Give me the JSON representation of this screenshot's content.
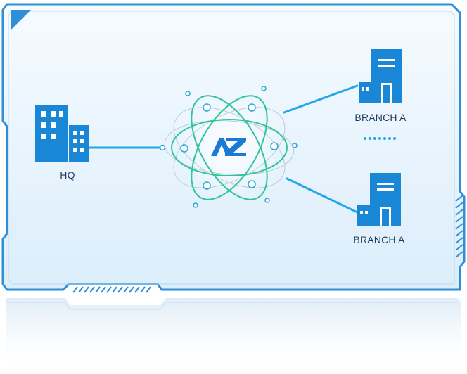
{
  "diagram": {
    "headquarters": {
      "label": "HQ",
      "icon": "office-buildings-icon"
    },
    "hub": {
      "logo_text": "AZ",
      "icon": "atom-network-icon"
    },
    "branches": [
      {
        "label": "BRANCH A",
        "icon": "branch-building-icon"
      },
      {
        "label": "BRANCH A",
        "icon": "branch-building-icon"
      }
    ],
    "ellipsis_icon": "dotted-ellipsis-icon"
  },
  "colors": {
    "frame": "#2e8fd6",
    "panel_top": "#f4f9fe",
    "panel_bottom": "#dbeefc",
    "building": "#1a86d6",
    "link": "#23a7e6",
    "orbit": "#2fc49a",
    "orbit_faint": "#b9ccd9",
    "node_stroke": "#2aa8d8",
    "logo": "#1a7bd4",
    "text": "#1f3c5a"
  }
}
